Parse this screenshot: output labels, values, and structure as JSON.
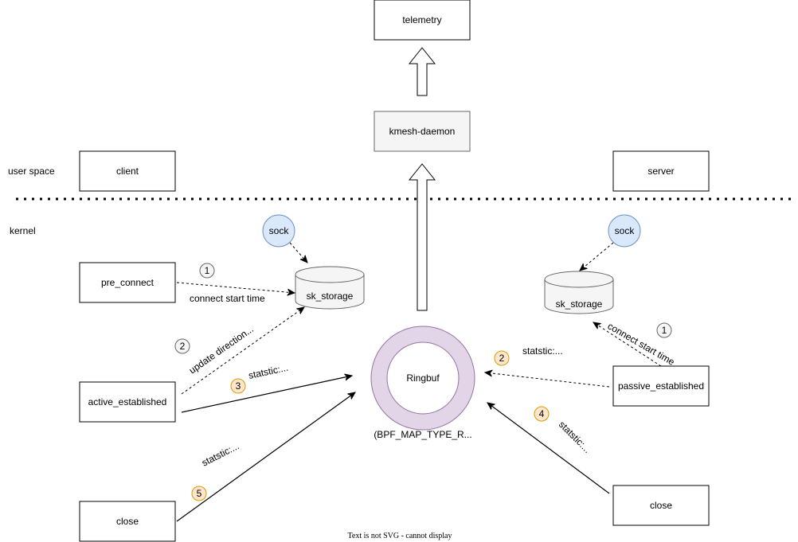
{
  "regions": {
    "user_space": "user space",
    "kernel": "kernel"
  },
  "nodes": {
    "telemetry": "telemetry",
    "kmesh_daemon": "kmesh-daemon",
    "client": "client",
    "server": "server",
    "pre_connect": "pre_connect",
    "active_established": "active_established",
    "close_left": "close",
    "passive_established": "passive_established",
    "close_right": "close",
    "sock_left": "sock",
    "sock_right": "sock",
    "sk_storage_left": "sk_storage",
    "sk_storage_right": "sk_storage",
    "ringbuf": "Ringbuf",
    "ringbuf_type": "(BPF_MAP_TYPE_R..."
  },
  "edge_labels": {
    "connect_start_left": "connect start time",
    "update_direction": "update direction...",
    "statstic_active": "statstic:...",
    "statstic_close_left": "statstic:...",
    "statstic_passive": "statstic:...",
    "connect_start_right": "connect start time",
    "statstic_close_right": "statstic:..."
  },
  "steps": {
    "s1_left": "1",
    "s2_left": "2",
    "s3": "3",
    "s5": "5",
    "s2_right": "2",
    "s1_right": "1",
    "s4": "4"
  },
  "colors": {
    "sock_fill": "#dae8fc",
    "sock_stroke": "#6c8ebf",
    "ringbuf_fill": "#e1d5e7",
    "ringbuf_stroke": "#9673a6",
    "step_grey_fill": "#f5f5f5",
    "step_grey_stroke": "#666666",
    "step_orange_fill": "#ffe6cc",
    "step_orange_stroke": "#d79b00",
    "daemon_fill": "#f5f5f5"
  },
  "footer": "Text is not SVG - cannot display"
}
